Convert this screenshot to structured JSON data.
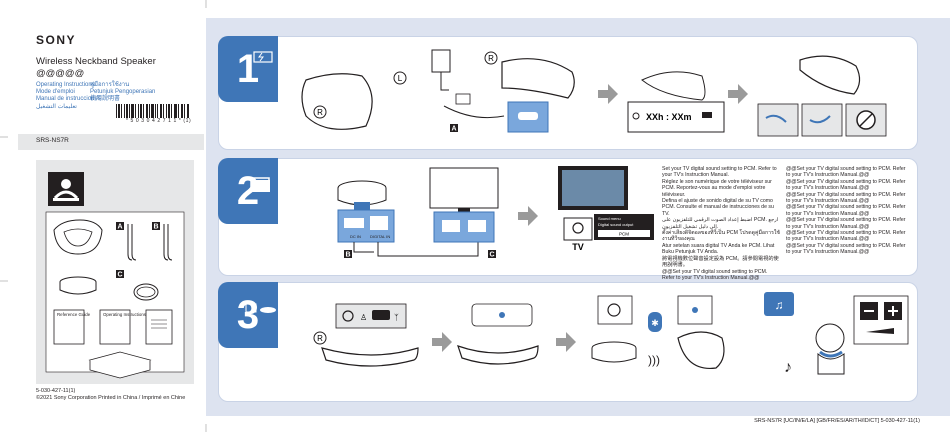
{
  "brand": "SONY",
  "product": {
    "title": "Wireless Neckband Speaker",
    "subtitle": "@@@@@"
  },
  "manuals_left": [
    "Operating Instructions",
    "Mode d'emploi",
    "Manual de instrucciones",
    "تعليمات التشغيل"
  ],
  "manuals_right": [
    "คู่มือการใช้งาน",
    "Petunjuk Pengoperasian",
    "使用說明書"
  ],
  "barcode_number": "* 5 0 3 0 4 2 7 1 1 *  (1)",
  "model": "SRS-NS7R",
  "kit": {
    "labels": [
      "A",
      "B",
      "C"
    ],
    "reference_guide": "Reference Guide",
    "operating_instructions": "Operating Instructions"
  },
  "footer": {
    "code": "5-030-427-11(1)",
    "copyright": "©2021 Sony Corporation    Printed in China / Imprimé en Chine"
  },
  "steps": [
    {
      "number": "1",
      "labels": {
        "right_marker": "R",
        "left_marker": "L",
        "cable": "A",
        "display": "XXh : XXm"
      }
    },
    {
      "number": "2",
      "labels": {
        "dc_in": "DC IN",
        "digital_in": "DIGITAL IN",
        "cable_b": "B",
        "cable_c": "C",
        "tv": "TV",
        "sound_menu": "Sound menu",
        "digital_output": "Digital sound output",
        "pcm": "PCM"
      }
    },
    {
      "number": "3",
      "labels": {
        "right_marker": "R"
      }
    }
  ],
  "step2_text_left": [
    "Set your TV digital sound setting to PCM. Refer to your TV's Instruction Manual.",
    "Réglez le son numérique de votre téléviseur sur PCM. Reportez-vous au mode d'emploi votre téléviseur.",
    "Defina el ajuste de sonido digital de su TV como PCM. Consulte el manual de instrucciones de su TV.",
    "اضبط إعداد الصوت الرقمي للتلفزيون على PCM. ارجع إلى دليل تشغيل التلفزيون.",
    "ตั้งค่าเสียงดิจิตอลของทีวีเป็น PCM โปรดดูคู่มือการใช้งานทีวีของคุณ",
    "Atur setelan suara digital TV Anda ke PCM. Lihat Buku Petunjuk TV Anda.",
    "將電視機數位聲音設定設為 PCM。請參閱電視的使用說明書。",
    "@@Set your TV digital sound setting to PCM. Refer to your TV's Instruction Manual.@@"
  ],
  "step2_text_right": [
    "@@Set your TV digital sound setting to PCM. Refer to your TV's Instruction Manual.@@",
    "@@Set your TV digital sound setting to PCM. Refer to your TV's Instruction Manual.@@",
    "@@Set your TV digital sound setting to PCM. Refer to your TV's Instruction Manual.@@",
    "@@Set your TV digital sound setting to PCM. Refer to your TV's Instruction Manual.@@",
    "@@Set your TV digital sound setting to PCM. Refer to your TV's Instruction Manual.@@",
    "@@Set your TV digital sound setting to PCM. Refer to your TV's Instruction Manual.@@",
    "@@Set your TV digital sound setting to PCM. Refer to your TV's Instruction Manual.@@"
  ],
  "bottom_code": "SRS-NS7R [UC/IN/E/LA] [GB/FR/ES/AR/TH/ID/CT]  5-030-427-11(1)",
  "colors": {
    "accent": "#3f76b7",
    "panel_bg": "#dde3f0",
    "gray_box": "#e6e7e8",
    "icon_blue": "#7aa7dc"
  }
}
